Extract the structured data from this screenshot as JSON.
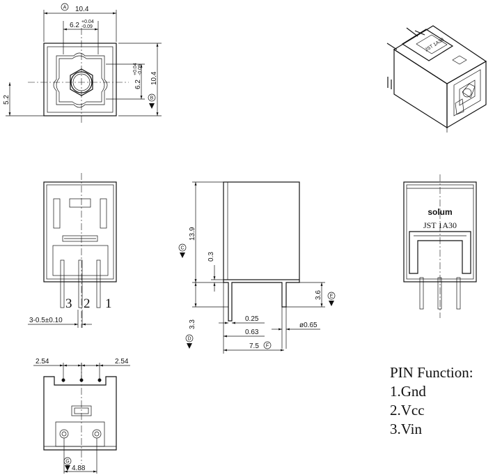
{
  "top_view": {
    "width_dim": "10.4",
    "inner_width_dim": "6.2",
    "inner_width_tol_upper": "+0.04",
    "inner_width_tol_lower": "-0.09",
    "height_dim": "10.4",
    "inner_height_dim": "6.2",
    "inner_height_tol_upper": "+0.04",
    "inner_height_tol_lower": "-0.09",
    "offset_dim": "5.2",
    "ref_a": "A",
    "ref_b": "B"
  },
  "front_view": {
    "pin_labels": [
      "3",
      "2",
      "1"
    ],
    "pin_dim": "3-0.5±0.10"
  },
  "side_view": {
    "height_dim": "13.9",
    "step_dim": "0.3",
    "pin_len_dim": "3.3",
    "pin_height_dim": "3.6",
    "thickness_dim": "0.25",
    "pin_offset_dim": "0.63",
    "pin_dia_dim": "ø0.65",
    "depth_dim": "7.5",
    "ref_c": "C",
    "ref_d": "D",
    "ref_e": "E",
    "ref_f": "F"
  },
  "rear_view": {
    "brand_mark": "solum",
    "model_label": "JST 1A30"
  },
  "iso_view": {
    "model_label": "JST 1A30"
  },
  "bottom_view": {
    "pitch_left": "2.54",
    "pitch_right": "2.54",
    "hole_dim": "4.88",
    "ref_g": "G"
  },
  "pin_function": {
    "title": "PIN Function:",
    "pins": [
      "1.Gnd",
      "2.Vcc",
      "3.Vin"
    ]
  }
}
